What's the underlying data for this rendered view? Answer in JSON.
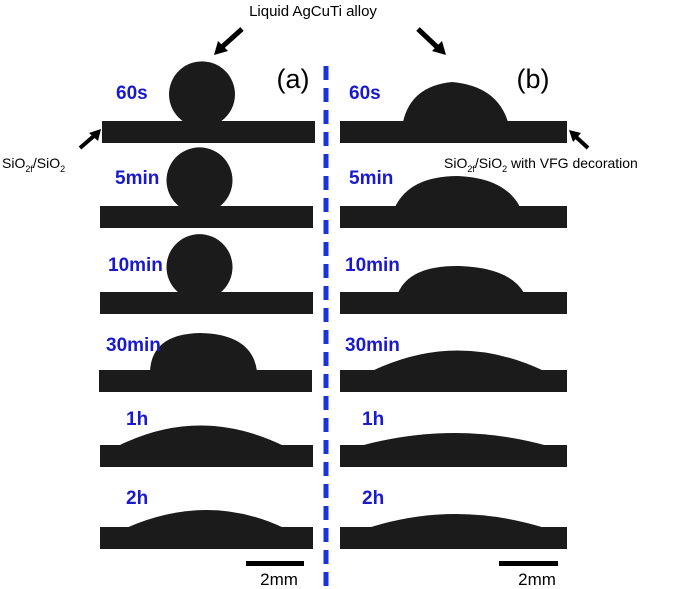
{
  "figure": {
    "title": "Liquid AgCuTi alloy",
    "panel_a": {
      "label": "(a)",
      "substrate_text": "SiO",
      "substrate_sub1": "2f",
      "substrate_mid": "/SiO",
      "substrate_sub2": "2",
      "scale_label": "2mm",
      "times": [
        "60s",
        "5min",
        "10min",
        "30min",
        "1h",
        "2h"
      ]
    },
    "panel_b": {
      "label": "(b)",
      "substrate_text": "SiO",
      "substrate_sub1": "2f",
      "substrate_mid": "/SiO",
      "substrate_sub2": "2",
      "substrate_suffix": " with VFG decoration",
      "scale_label": "2mm",
      "times": [
        "60s",
        "5min",
        "10min",
        "30min",
        "1h",
        "2h"
      ]
    },
    "colors": {
      "time_label": "#1a1acc",
      "divider": "#1a33dd",
      "sample": "#1b1b1b",
      "text": "#000000"
    }
  }
}
